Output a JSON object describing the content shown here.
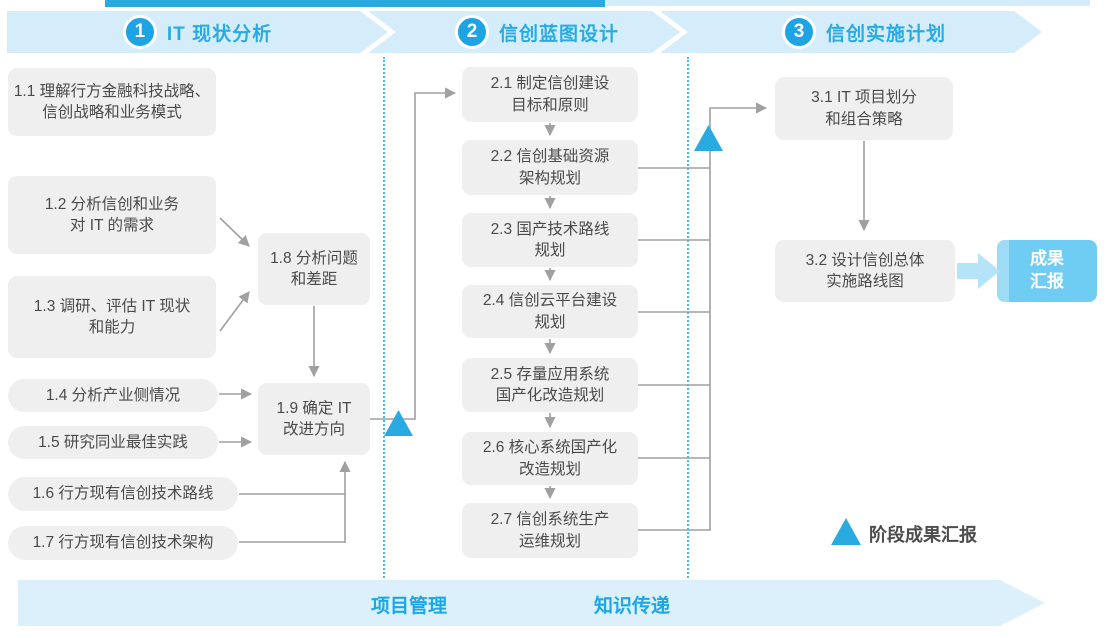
{
  "colors": {
    "accent_blue": "#29abe2",
    "banner_bg": "#d5edfa",
    "box_bg": "#efefef",
    "box_text": "#4a4a4a",
    "connector_gray": "#a0a0a0",
    "result_box_bg": "#6fccf2",
    "result_box_stripe": "#9edcf6",
    "bottom_bar_bg": "#dcf0fb",
    "thick_arrow": "#b5e3f8"
  },
  "phases": [
    {
      "number": "1",
      "title": "IT 现状分析"
    },
    {
      "number": "2",
      "title": "信创蓝图设计"
    },
    {
      "number": "3",
      "title": "信创实施计划"
    }
  ],
  "boxes": {
    "b11": {
      "line1": "1.1 理解行方金融科技战略、",
      "line2": "信创战略和业务模式"
    },
    "b12": {
      "line1": "1.2 分析信创和业务",
      "line2": "对 IT 的需求"
    },
    "b13": {
      "line1": "1.3 调研、评估 IT 现状",
      "line2": "和能力"
    },
    "b14": {
      "line1": "1.4 分析产业侧情况"
    },
    "b15": {
      "line1": "1.5 研究同业最佳实践"
    },
    "b16": {
      "line1": "1.6 行方现有信创技术路线"
    },
    "b17": {
      "line1": "1.7 行方现有信创技术架构"
    },
    "b18": {
      "line1": "1.8 分析问题",
      "line2": "和差距"
    },
    "b19": {
      "line1": "1.9 确定 IT",
      "line2": "改进方向"
    },
    "b21": {
      "line1": "2.1 制定信创建设",
      "line2": "目标和原则"
    },
    "b22": {
      "line1": "2.2 信创基础资源",
      "line2": "架构规划"
    },
    "b23": {
      "line1": "2.3 国产技术路线",
      "line2": "规划"
    },
    "b24": {
      "line1": "2.4 信创云平台建设",
      "line2": "规划"
    },
    "b25": {
      "line1": "2.5 存量应用系统",
      "line2": "国产化改造规划"
    },
    "b26": {
      "line1": "2.6 核心系统国产化",
      "line2": "改造规划"
    },
    "b27": {
      "line1": "2.7 信创系统生产",
      "line2": "运维规划"
    },
    "b31": {
      "line1": "3.1 IT 项目划分",
      "line2": "和组合策略"
    },
    "b32": {
      "line1": "3.2 设计信创总体",
      "line2": "实施路线图"
    }
  },
  "result_box": {
    "line1": "成果",
    "line2": "汇报"
  },
  "legend": {
    "label": "阶段成果汇报",
    "icon": "phase-report-triangle"
  },
  "bottom_bar": {
    "items": [
      "项目管理",
      "知识传递"
    ]
  }
}
